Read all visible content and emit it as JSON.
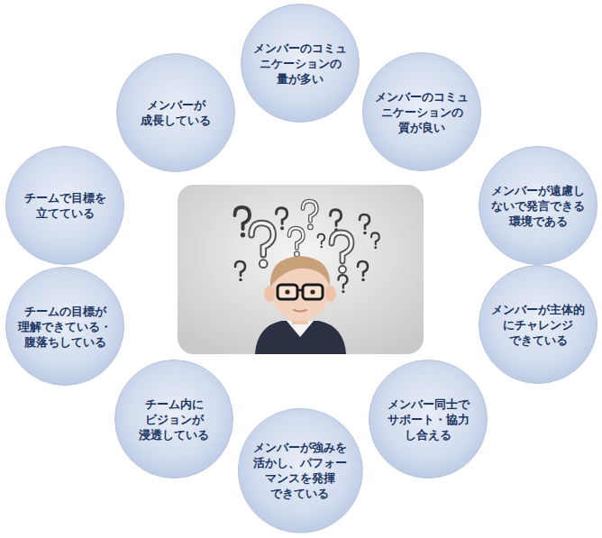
{
  "diagram": {
    "nodes": [
      {
        "text": [
          "メンバーのコミュ ニケーションの 量が多い"
        ]
      },
      {
        "text": [
          "メンバーのコミュ ニケーションの 質が良い"
        ]
      },
      {
        "text": [
          "メンバーが遠慮し ないで発言できる 環境である"
        ]
      },
      {
        "text": [
          "メンバーが主体的 にチャレンジ できている"
        ]
      },
      {
        "text": [
          "メンバー同士で サポート・協力 し合える"
        ]
      },
      {
        "text": [
          "メンバーが強みを 活かし、パフォー マンスを発揮 できている"
        ]
      },
      {
        "text": [
          "チーム内に ビジョンが 浸透している"
        ]
      },
      {
        "text": [
          "チームの目標が 理解できている・ 腹落ちしている"
        ]
      },
      {
        "text": [
          "チームで目標を 立てている"
        ]
      },
      {
        "text": [
          "メンバーが 成長している"
        ]
      }
    ],
    "edges": []
  }
}
